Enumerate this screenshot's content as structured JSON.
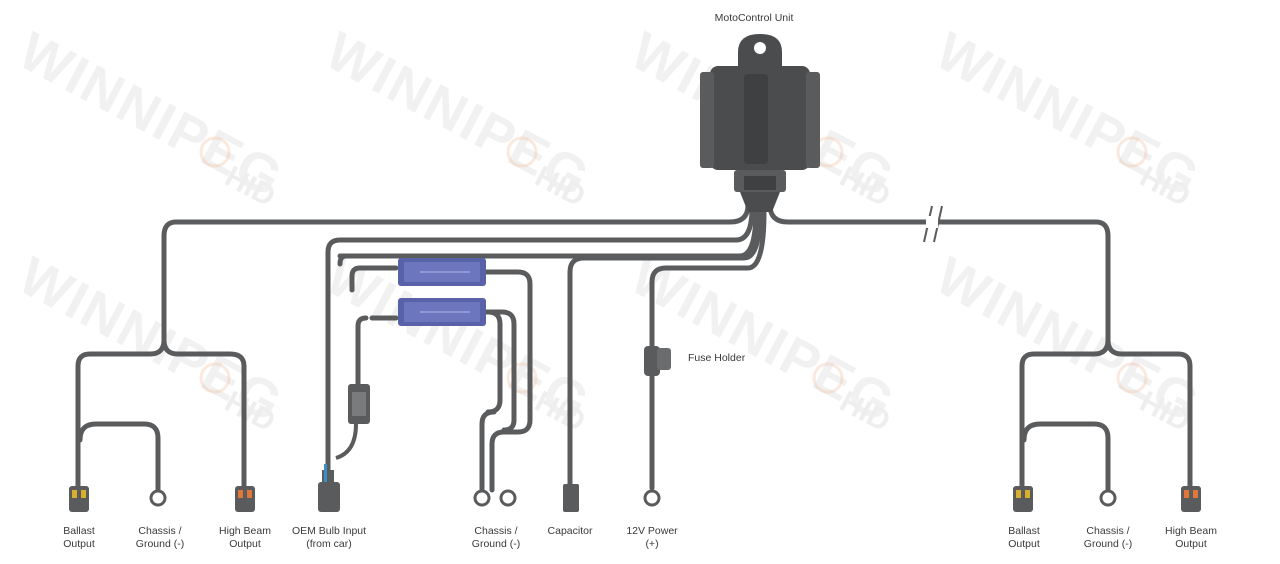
{
  "watermark": {
    "brand": "WINNIPEG",
    "suffix": "HID"
  },
  "colors": {
    "wire": "#5a5b5d",
    "unit": "#4b4c4e",
    "canbus": "#5762a8",
    "connector_yellow": "#d9b02a",
    "connector_orange": "#e0763a",
    "connector_blue": "#3a8fc9"
  },
  "labels": {
    "unit": "MotoControl Unit",
    "fuse": "Fuse Holder",
    "left_ballast": [
      "Ballast",
      "Output"
    ],
    "left_chassis": [
      "Chassis /",
      "Ground (-)"
    ],
    "left_highbeam": [
      "High Beam",
      "Output"
    ],
    "oem": [
      "OEM Bulb Input",
      "(from car)"
    ],
    "mid_chassis": [
      "Chassis /",
      "Ground (-)"
    ],
    "capacitor": "Capacitor",
    "power": [
      "12V Power",
      "(+)"
    ],
    "right_ballast": [
      "Ballast",
      "Output"
    ],
    "right_chassis": [
      "Chassis /",
      "Ground (-)"
    ],
    "right_highbeam": [
      "High Beam",
      "Output"
    ]
  }
}
